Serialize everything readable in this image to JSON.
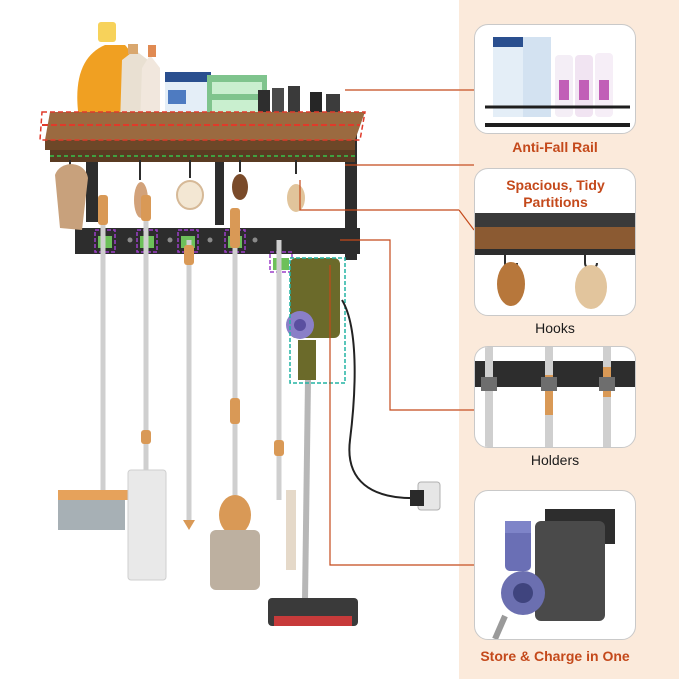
{
  "features": [
    {
      "id": "anti-fall-rail",
      "label": "Anti-Fall Rail"
    },
    {
      "id": "partitions",
      "label": "Spacious, Tidy Partitions"
    },
    {
      "id": "hooks",
      "label": "Hooks"
    },
    {
      "id": "holders",
      "label": "Holders"
    },
    {
      "id": "store-charge",
      "label": "Store & Charge in One"
    }
  ],
  "colors": {
    "accent_orange": "#c4491b",
    "panel_background": "#fbeadb",
    "highlight_red": "#e03a2a",
    "highlight_green": "#38c24a",
    "highlight_purple": "#9b3fc9",
    "highlight_teal": "#22b3a3",
    "metal_black": "#2d2d2d",
    "wood_brown": "#8b5a32"
  }
}
